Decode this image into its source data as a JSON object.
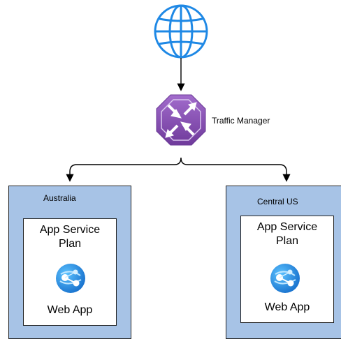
{
  "nodes": {
    "internet": {
      "icon": "globe-icon"
    },
    "traffic_manager": {
      "icon": "traffic-manager-icon",
      "label": "Traffic Manager"
    }
  },
  "regions": [
    {
      "title": "Australia",
      "plan": {
        "title": "App Service\nPlan",
        "app": {
          "icon": "web-app-icon",
          "label": "Web App"
        }
      }
    },
    {
      "title": "Central US",
      "plan": {
        "title": "App Service\nPlan",
        "app": {
          "icon": "web-app-icon",
          "label": "Web App"
        }
      }
    }
  ],
  "colors": {
    "globe": "#1e88e5",
    "traffic_manager": "#8a4fb8",
    "region_fill": "#a7c3e6",
    "web_app": "#1e88e5"
  }
}
